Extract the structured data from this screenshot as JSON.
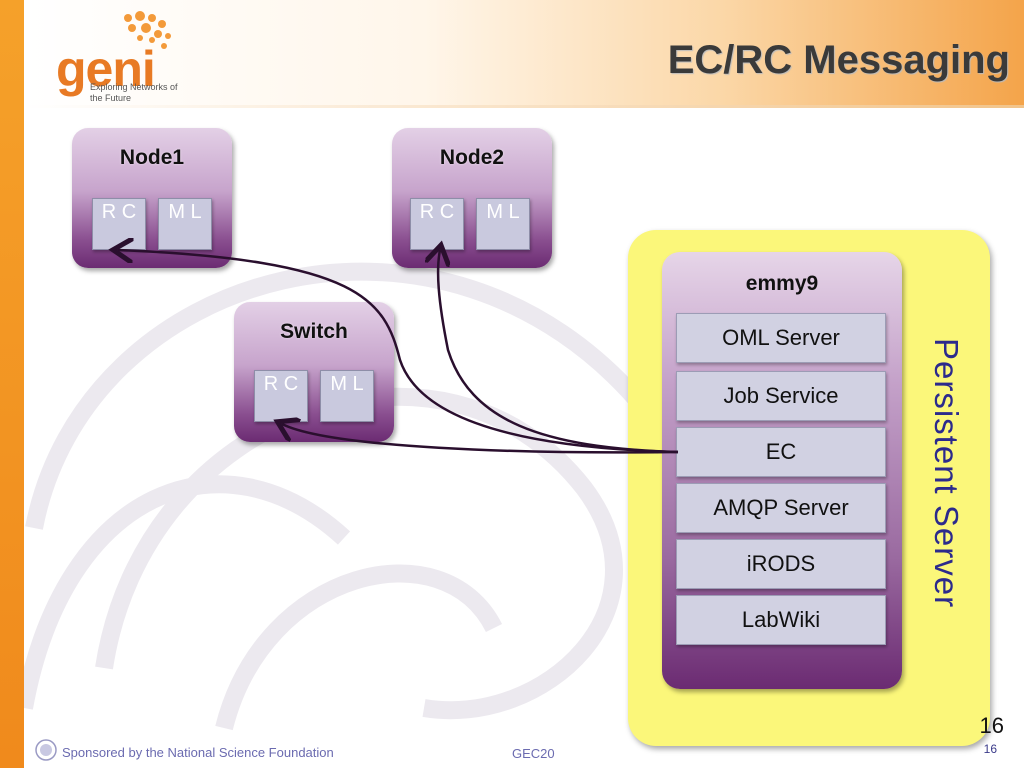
{
  "title": "EC/RC Messaging",
  "logo": {
    "word": "geni",
    "tagline": "Exploring Networks of the Future"
  },
  "nodes": [
    {
      "label": "Node1",
      "rc": "R C",
      "ml": "M L"
    },
    {
      "label": "Node2",
      "rc": "R C",
      "ml": "M L"
    },
    {
      "label": "Switch",
      "rc": "R C",
      "ml": "M L"
    }
  ],
  "server": {
    "outer_label": "Persistent Server",
    "host_label": "emmy9",
    "services": [
      "OML Server",
      "Job Service",
      "EC",
      "AMQP Server",
      "iRODS",
      "LabWiki"
    ]
  },
  "footer": {
    "sponsor": "Sponsored by the National Science Foundation",
    "event": "GEC20",
    "page_big": "16",
    "page_small": "16"
  },
  "colors": {
    "accent_orange": "#f08a1c",
    "node_purple": "#6b2b72",
    "server_yellow": "#fbf77a",
    "vertical_text": "#2c2a8c"
  }
}
